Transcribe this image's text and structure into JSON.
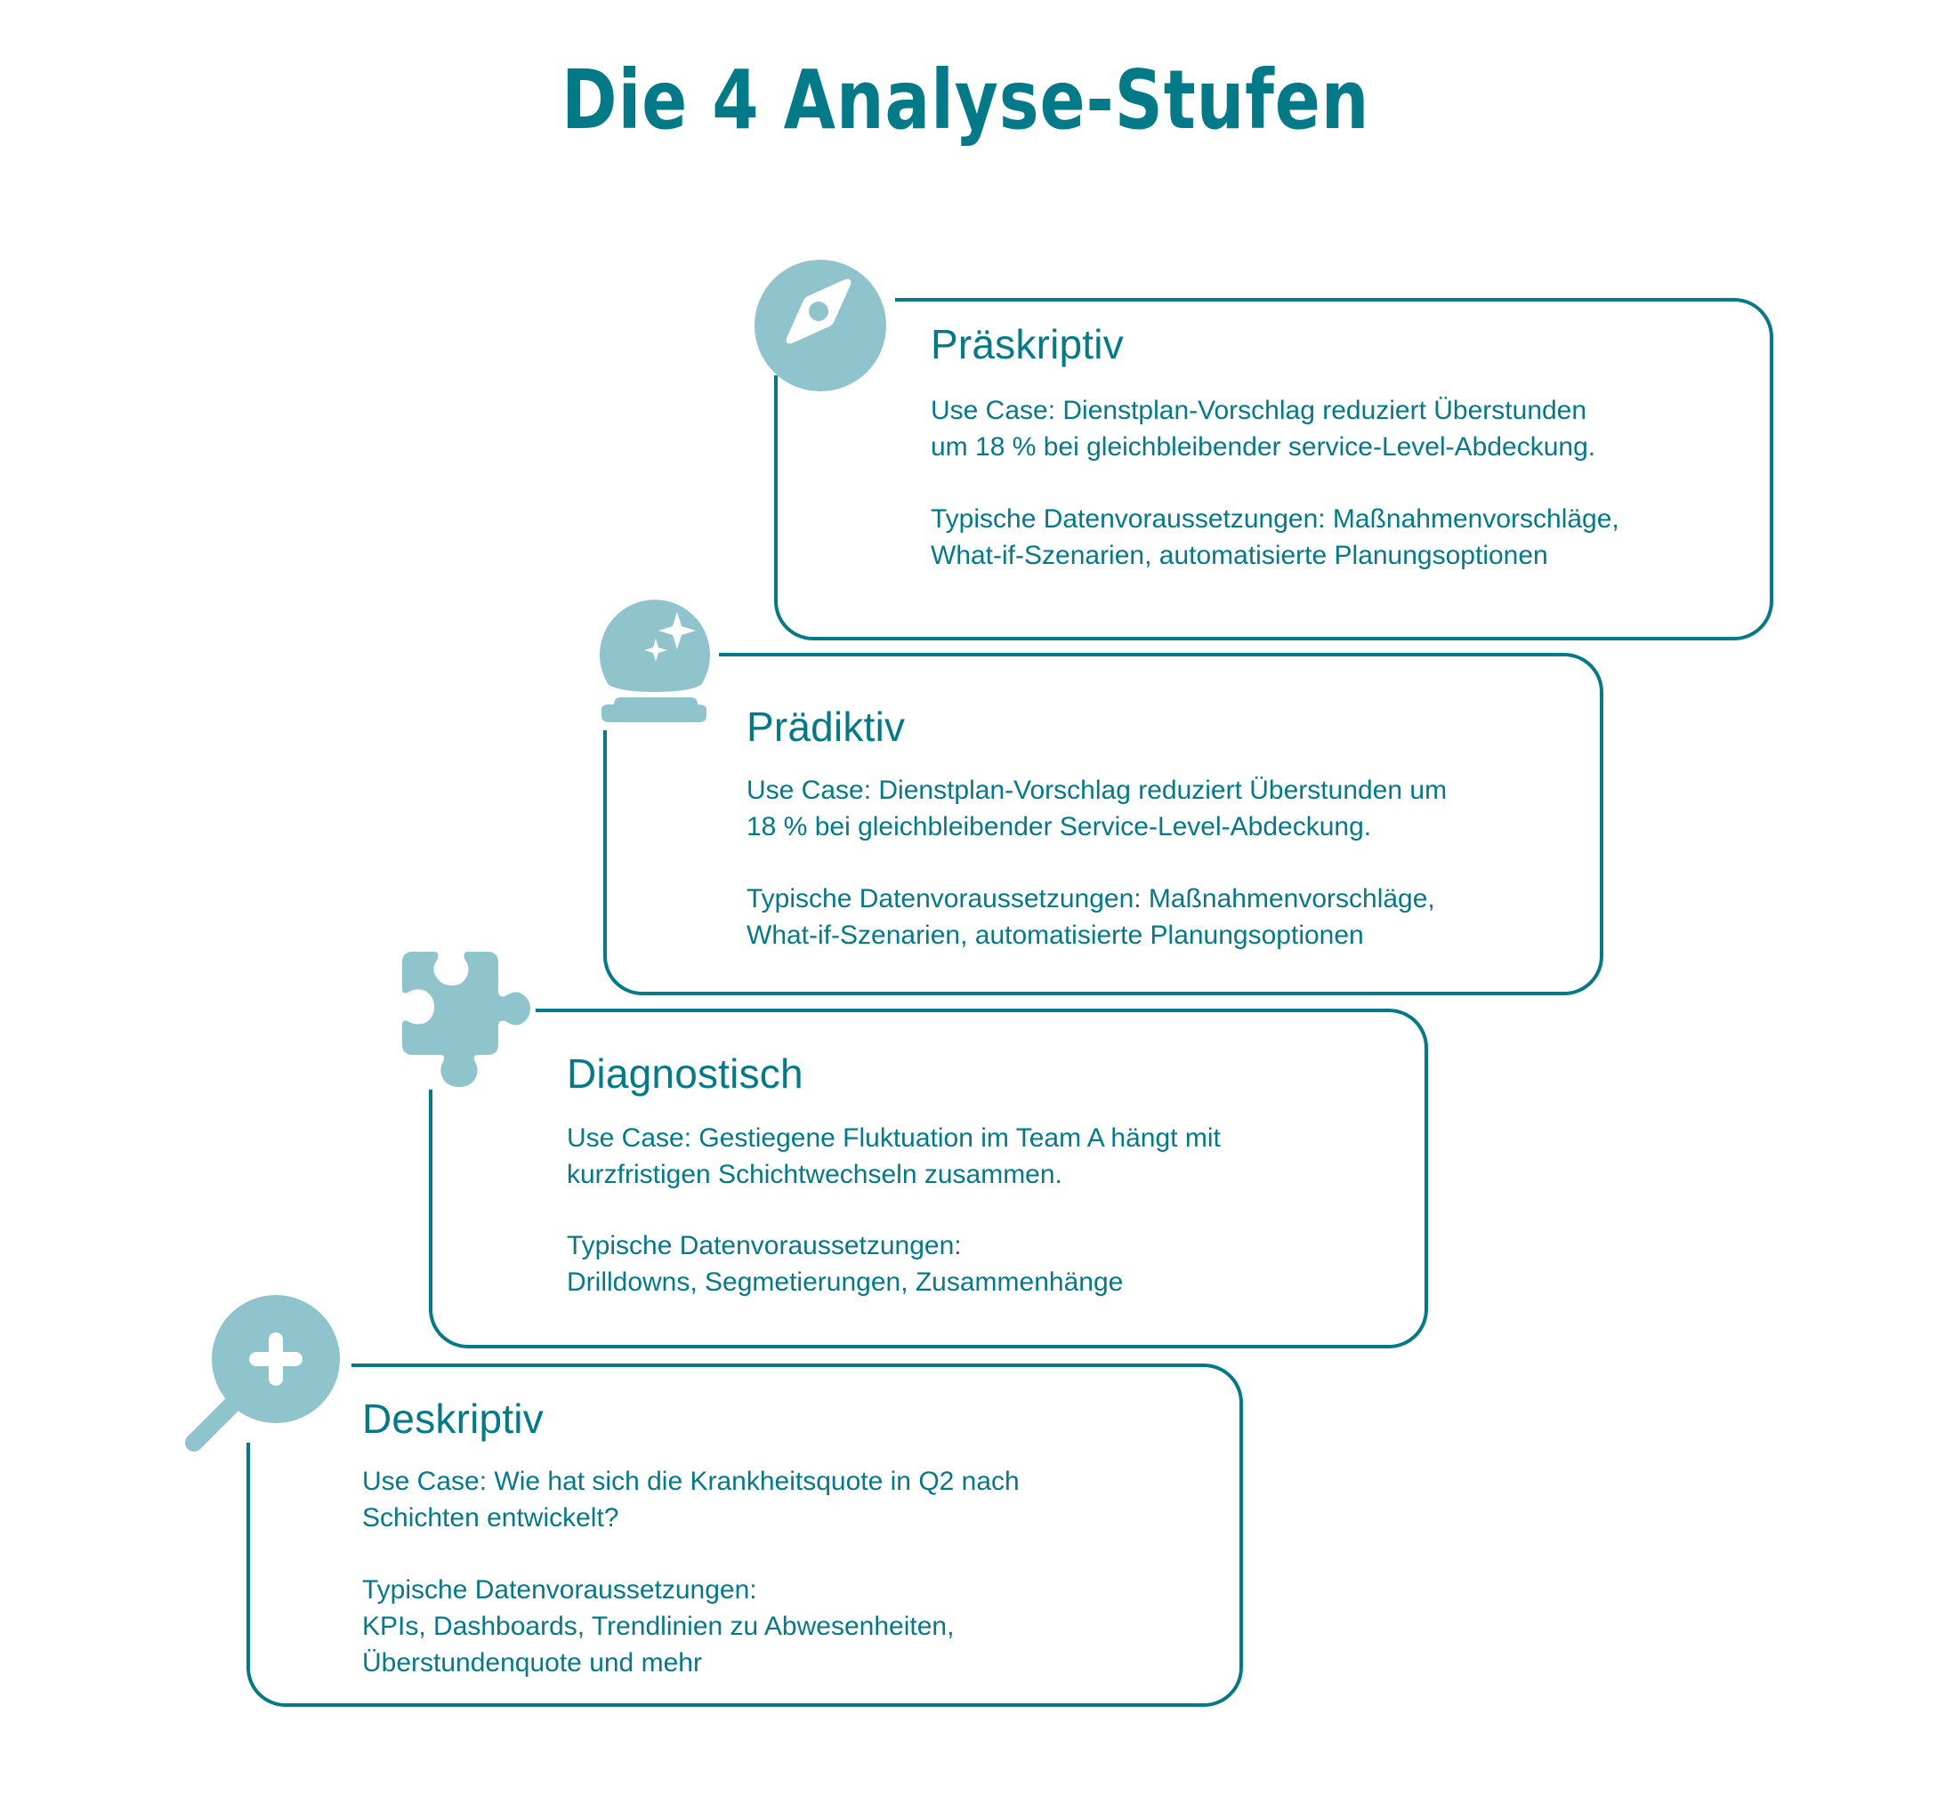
{
  "title": "Die 4 Analyse-Stufen",
  "colors": {
    "accent": "#037a87",
    "icon_fill": "#8fc4cd",
    "icon_glyph": "#ffffff",
    "background": "#ffffff"
  },
  "stages": [
    {
      "name": "Präskriptiv",
      "icon": "compass-icon",
      "use_case": "Use Case: Dienstplan-Vorschlag reduziert Überstunden\num 18 % bei gleichbleibender service-Level-Abdeckung.",
      "requirements": "Typische Datenvoraussetzungen: Maßnahmenvorschläge,\nWhat-if-Szenarien, automatisierte Planungsoptionen"
    },
    {
      "name": "Prädiktiv",
      "icon": "crystal-ball-icon",
      "use_case": "Use Case: Dienstplan-Vorschlag reduziert Überstunden um\n18 % bei gleichbleibender Service-Level-Abdeckung.",
      "requirements": "Typische Datenvoraussetzungen: Maßnahmenvorschläge,\nWhat-if-Szenarien, automatisierte Planungsoptionen"
    },
    {
      "name": "Diagnostisch",
      "icon": "puzzle-piece-icon",
      "use_case": "Use Case: Gestiegene Fluktuation im Team A hängt mit\nkurzfristigen Schichtwechseln zusammen.",
      "requirements": "Typische Datenvoraussetzungen:\nDrilldowns, Segmetierungen, Zusammenhänge"
    },
    {
      "name": "Deskriptiv",
      "icon": "magnifier-plus-icon",
      "use_case": "Use Case: Wie hat sich die Krankheitsquote in Q2 nach\nSchichten entwickelt?",
      "requirements": "Typische Datenvoraussetzungen:\nKPIs, Dashboards, Trendlinien zu Abwesenheiten,\nÜberstundenquote und mehr"
    }
  ]
}
